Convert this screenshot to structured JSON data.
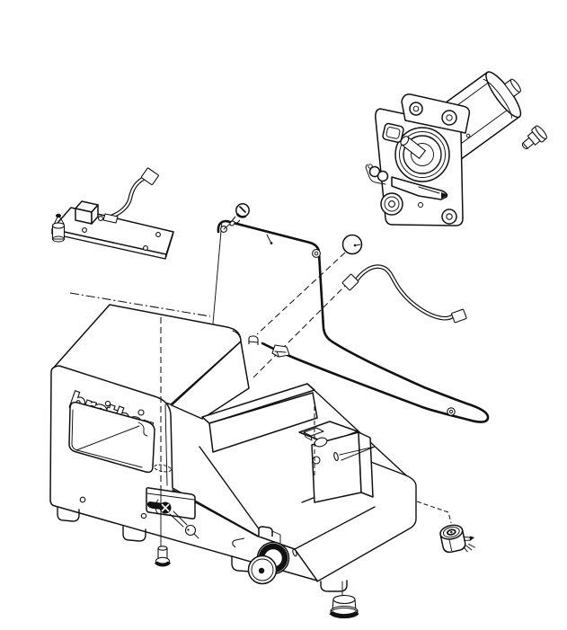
{
  "diagram": {
    "kind": "exploded-parts-diagram",
    "logo_text": "brother",
    "colors": {
      "line": "#111111",
      "background": "#ffffff",
      "accent": "#000000"
    },
    "parts": [
      "motor-assembly",
      "motor-set-screw",
      "pcb-assembly",
      "pcb-cable",
      "pcb-spacer",
      "mounting-plate",
      "plate-screw",
      "callout-balloon",
      "motor-cable",
      "machine-body",
      "window-opening",
      "arm-bracket-block",
      "base-tray",
      "thread-latch",
      "latch-leader-ring",
      "base-screw",
      "pulley-assembly",
      "rubber-foot",
      "tension-roller"
    ]
  }
}
